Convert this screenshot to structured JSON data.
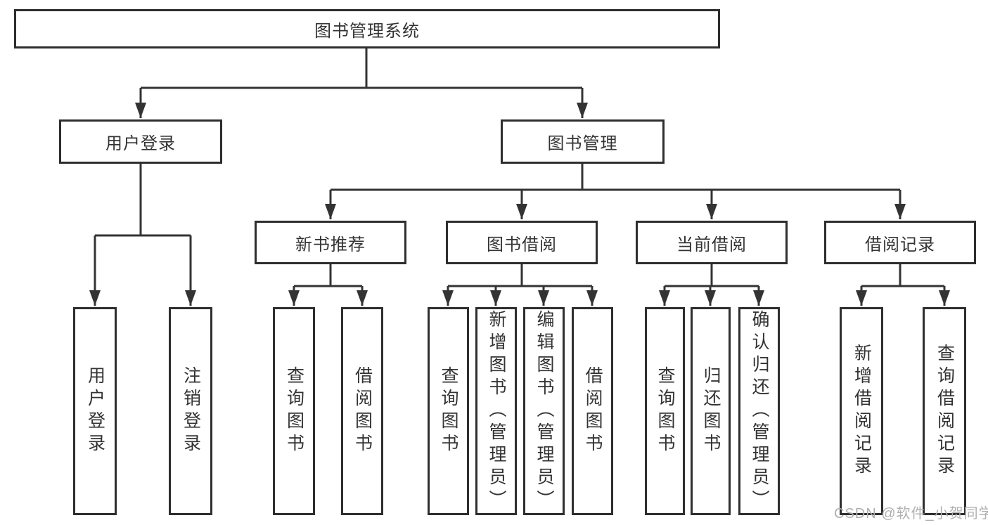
{
  "tree": {
    "root": {
      "label": "图书管理系统"
    },
    "user_login": {
      "label": "用户登录",
      "children": [
        {
          "label": "用户登录"
        },
        {
          "label": "注销登录"
        }
      ]
    },
    "book_management": {
      "label": "图书管理",
      "children": [
        {
          "label": "新书推荐",
          "children": [
            {
              "label": "查询图书"
            },
            {
              "label": "借阅图书"
            }
          ]
        },
        {
          "label": "图书借阅",
          "children": [
            {
              "label": "查询图书"
            },
            {
              "label": "新增图书（管理员）"
            },
            {
              "label": "编辑图书（管理员）"
            },
            {
              "label": "借阅图书"
            }
          ]
        },
        {
          "label": "当前借阅",
          "children": [
            {
              "label": "查询图书"
            },
            {
              "label": "归还图书"
            },
            {
              "label": "确认归还（管理员）"
            }
          ]
        },
        {
          "label": "借阅记录",
          "children": [
            {
              "label": "新增借阅记录"
            },
            {
              "label": "查询借阅记录"
            }
          ]
        }
      ]
    }
  },
  "watermark": {
    "text": "CSDN @软件_小贺同学"
  },
  "colors": {
    "line": "#333333",
    "border": "#2e2e2e",
    "text": "#333333",
    "watermark": "#b0b0b0",
    "background": "#ffffff"
  }
}
